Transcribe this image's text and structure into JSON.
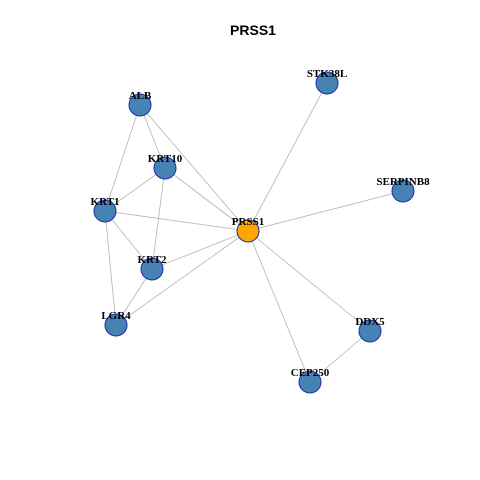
{
  "title": "PRSS1",
  "colors": {
    "focus_node": "#FFA500",
    "node": "#4682B4",
    "node_border": "#1a2fa8",
    "edge": "#b3b3b3"
  },
  "nodes": [
    {
      "id": "PRSS1",
      "label": "PRSS1",
      "focus": true
    },
    {
      "id": "STK38L",
      "label": "STK38L",
      "focus": false
    },
    {
      "id": "SERPINB8",
      "label": "SERPINB8",
      "focus": false
    },
    {
      "id": "ALB",
      "label": "ALB",
      "focus": false
    },
    {
      "id": "KRT10",
      "label": "KRT10",
      "focus": false
    },
    {
      "id": "KRT1",
      "label": "KRT1",
      "focus": false
    },
    {
      "id": "KRT2",
      "label": "KRT2",
      "focus": false
    },
    {
      "id": "LGR4",
      "label": "LGR4",
      "focus": false
    },
    {
      "id": "DDX5",
      "label": "DDX5",
      "focus": false
    },
    {
      "id": "CEP250",
      "label": "CEP250",
      "focus": false
    }
  ],
  "edges": [
    [
      "PRSS1",
      "STK38L"
    ],
    [
      "PRSS1",
      "SERPINB8"
    ],
    [
      "PRSS1",
      "ALB"
    ],
    [
      "PRSS1",
      "KRT10"
    ],
    [
      "PRSS1",
      "KRT1"
    ],
    [
      "PRSS1",
      "KRT2"
    ],
    [
      "PRSS1",
      "LGR4"
    ],
    [
      "PRSS1",
      "DDX5"
    ],
    [
      "PRSS1",
      "CEP250"
    ],
    [
      "ALB",
      "KRT10"
    ],
    [
      "ALB",
      "KRT1"
    ],
    [
      "KRT10",
      "KRT1"
    ],
    [
      "KRT10",
      "KRT2"
    ],
    [
      "KRT1",
      "KRT2"
    ],
    [
      "KRT1",
      "LGR4"
    ],
    [
      "KRT2",
      "LGR4"
    ],
    [
      "DDX5",
      "CEP250"
    ]
  ]
}
